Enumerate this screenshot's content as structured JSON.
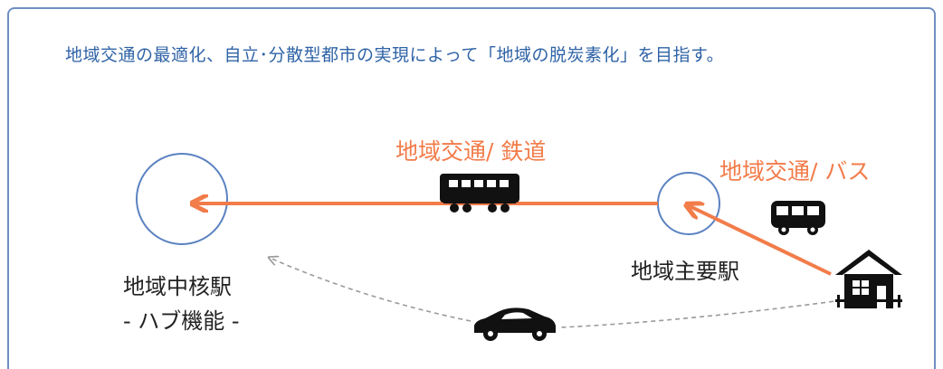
{
  "headline": "地域交通の最適化、自立･分散型都市の実現によって「地域の脱炭素化」を目指す。",
  "labels": {
    "rail": "地域交通/ 鉄道",
    "bus": "地域交通/ バス",
    "main_station": "地域主要駅",
    "hub_station_line1": "地域中核駅",
    "hub_station_line2": "- ハブ機能 -"
  },
  "colors": {
    "accent_orange": "#f27c4a",
    "circle_blue": "#5b82c1",
    "text_blue": "#2f63a6",
    "dashed_gray": "#9a9a9a",
    "icon_black": "#111111"
  },
  "icons": [
    "train-icon",
    "bus-icon",
    "house-icon",
    "car-icon"
  ]
}
